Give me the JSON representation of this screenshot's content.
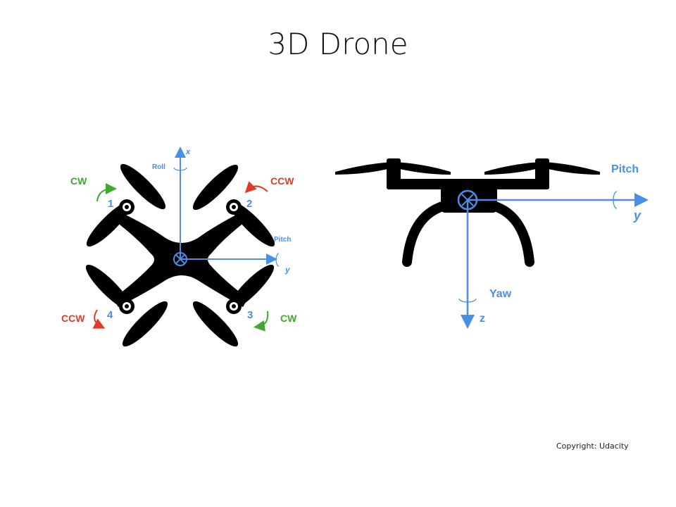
{
  "slide": {
    "title": "3D Drone",
    "copyright": "Copyright: Udacity"
  },
  "top_view": {
    "axes": {
      "x": "x",
      "y": "y",
      "roll": "Roll",
      "pitch": "Pitch"
    },
    "rotors": [
      {
        "number": "1",
        "direction": "CW"
      },
      {
        "number": "2",
        "direction": "CCW"
      },
      {
        "number": "3",
        "direction": "CW"
      },
      {
        "number": "4",
        "direction": "CCW"
      }
    ]
  },
  "side_view": {
    "axes": {
      "y": "y",
      "z": "z",
      "pitch": "Pitch",
      "yaw": "Yaw"
    }
  },
  "colors": {
    "axis": "#4a8fe7",
    "cw": "#3daa2f",
    "ccw": "#e03a2a",
    "body": "#000000"
  }
}
